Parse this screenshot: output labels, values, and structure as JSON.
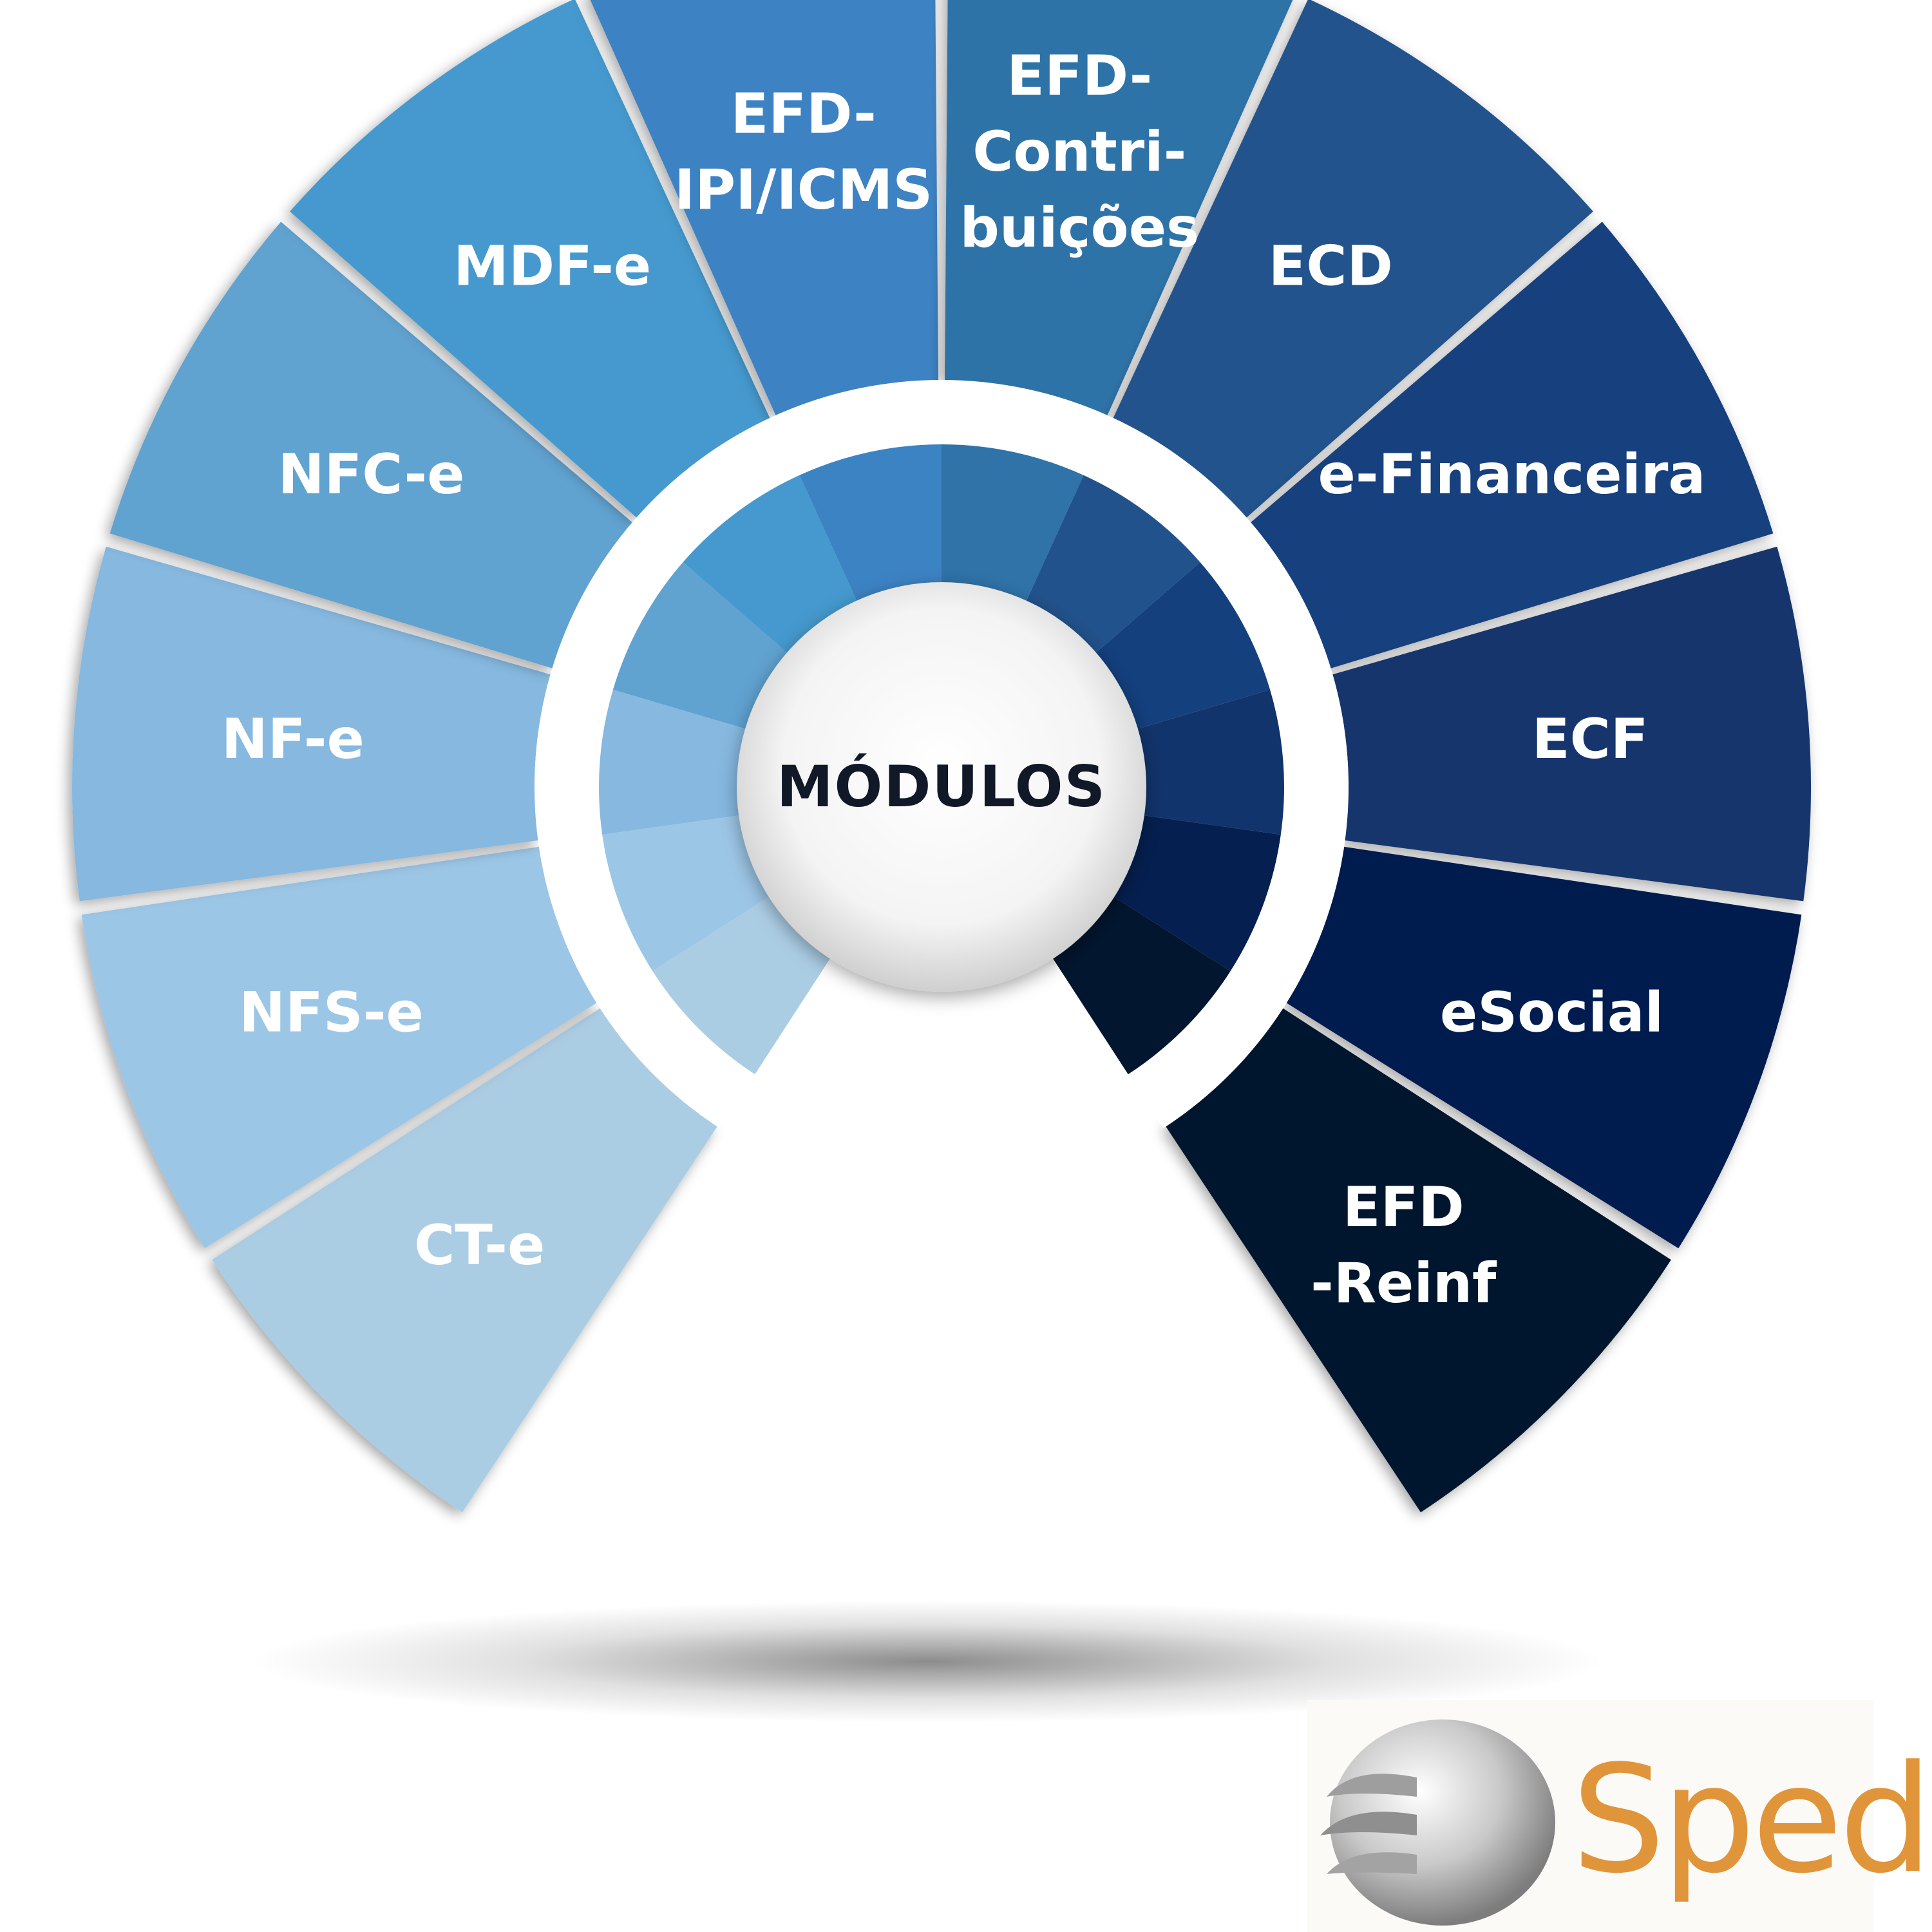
{
  "diagram": {
    "center_label": "MÓDULOS",
    "modules": [
      {
        "lines": [
          "CT-e"
        ],
        "color": "#abcde4"
      },
      {
        "lines": [
          "NFS-e"
        ],
        "color": "#9cc6e6"
      },
      {
        "lines": [
          "NF-e"
        ],
        "color": "#86b8e0"
      },
      {
        "lines": [
          "NFC-e"
        ],
        "color": "#60a2d0"
      },
      {
        "lines": [
          "MDF-e"
        ],
        "color": "#4599ce"
      },
      {
        "lines": [
          "EFD-",
          "IPI/ICMS"
        ],
        "color": "#3c83c4"
      },
      {
        "lines": [
          "EFD-",
          "Contri-",
          "buições"
        ],
        "color": "#2f73a8"
      },
      {
        "lines": [
          "ECD"
        ],
        "color": "#22528c"
      },
      {
        "lines": [
          "e-Financeira"
        ],
        "color": "#14407e"
      },
      {
        "lines": [
          "ECF"
        ],
        "color": "#12346c"
      },
      {
        "lines": [
          "eSocial"
        ],
        "color": "#041f50"
      },
      {
        "lines": [
          "EFD",
          "-Reinf"
        ],
        "color": "#02162f"
      }
    ]
  },
  "logo": {
    "text": "Sped",
    "color": "#e0953a"
  }
}
